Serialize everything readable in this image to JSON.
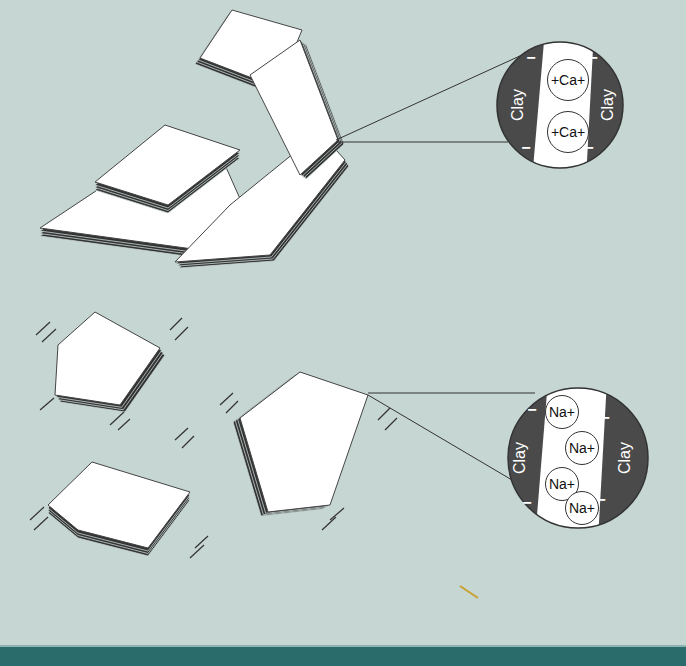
{
  "diagram": {
    "nodes": [
      {
        "text": [
          "Clay"
        ]
      },
      {
        "text": [
          "+Ca+"
        ]
      },
      {
        "text": [
          "+Ca+"
        ]
      },
      {
        "text": [
          "Clay"
        ]
      },
      {
        "text": [
          "Clay"
        ]
      },
      {
        "text": [
          "Na+"
        ]
      },
      {
        "text": [
          "Na+"
        ]
      },
      {
        "text": [
          "Na+"
        ]
      },
      {
        "text": [
          "Na+"
        ]
      },
      {
        "text": [
          "Clay"
        ]
      }
    ],
    "labels": [
      "−",
      "−",
      "−",
      "−",
      "−",
      "−",
      "−",
      "−"
    ]
  }
}
